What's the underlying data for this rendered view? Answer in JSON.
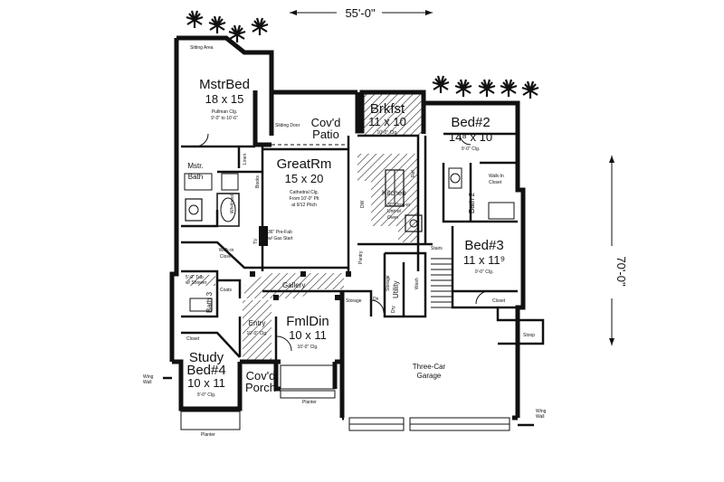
{
  "dimensions": {
    "width": "55'-0\"",
    "depth": "70'-0\""
  },
  "rooms": {
    "master_bed": {
      "name": "MstrBed",
      "size": "18 x 15",
      "note1": "Pullman Clg.",
      "note2": "9'-0\" to 10'-6\""
    },
    "sitting": {
      "name": "Sitting Area"
    },
    "sliding_door": {
      "name": "Sliding Door"
    },
    "covd_patio": {
      "name": "Cov'd",
      "name2": "Patio"
    },
    "brkfst": {
      "name": "Brkfst",
      "size": "11 x 10",
      "note": "10'-0\" Clg."
    },
    "bed2": {
      "name": "Bed#2",
      "size": "14⁸ x 10",
      "note": "9'-0\" Clg."
    },
    "great_rm": {
      "name": "GreatRm",
      "size": "15 x 20",
      "note1": "Cathedral Clg.",
      "note2": "From 10'-0\" Plt",
      "note3": "at 9/12 Pitch"
    },
    "mstr_bath": {
      "name": "Mstr.",
      "name2": "Bath"
    },
    "linen": {
      "name": "Linen"
    },
    "books": {
      "name": "Books"
    },
    "whirlpool": {
      "name": "Whirlpool"
    },
    "kitchen": {
      "name": "Kitchen"
    },
    "drop_in": {
      "note1": "30\" Drop-in",
      "note2": "Unit w/",
      "note3": "Oven"
    },
    "ref": {
      "name": "Ref."
    },
    "dw": {
      "name": "DW"
    },
    "walkin_closet_bed2": {
      "name": "Walk-In",
      "name2": "Closet"
    },
    "bath2": {
      "name": "Bath 2"
    },
    "fireplace": {
      "note1": "36\" Pre-Fab",
      "note2": "w/ Gas Start"
    },
    "tv": {
      "name": "TV"
    },
    "walkin_closet_mstr": {
      "name": "Walk-in",
      "name2": "Closet"
    },
    "pantry": {
      "name": "Pantry"
    },
    "stairs": {
      "name": "Stairs"
    },
    "bed3": {
      "name": "Bed#3",
      "size": "11 x 11⁹",
      "note": "9'-0\" Clg."
    },
    "utility": {
      "name": "Utility"
    },
    "storage1": {
      "name": "Storage"
    },
    "storage2": {
      "name": "Storage"
    },
    "dn": {
      "name": "Dn"
    },
    "wash": {
      "name": "Wash"
    },
    "dry": {
      "name": "Dry"
    },
    "closet_bed3": {
      "name": "Closet"
    },
    "tub_shower": {
      "name": "5'-0\" Tub",
      "name2": "w/ Shower"
    },
    "coats": {
      "name": "Coats"
    },
    "gallery": {
      "name": "Gallery"
    },
    "bath3": {
      "name": "Bath 3"
    },
    "entry": {
      "name": "Entry",
      "note": "10'-0\" Clg."
    },
    "fml_din": {
      "name": "FmlDin",
      "size": "10 x 11",
      "note": "10'-0\" Clg."
    },
    "closet_study": {
      "name": "Closet"
    },
    "stoop": {
      "name": "Stoop"
    },
    "study": {
      "name": "Study",
      "name2": "Bed#4",
      "size": "10 x 11",
      "note": "9'-0\" Clg."
    },
    "wing_wall_left": {
      "name": "Wing",
      "name2": "Wall"
    },
    "covd_porch": {
      "name": "Cov'd",
      "name2": "Porch"
    },
    "planter_mid": {
      "name": "Planter"
    },
    "garage": {
      "name": "Three-Car",
      "name2": "Garage"
    },
    "planter_left": {
      "name": "Planter"
    },
    "wing_wall_right": {
      "name": "Wing",
      "name2": "Wall"
    }
  }
}
